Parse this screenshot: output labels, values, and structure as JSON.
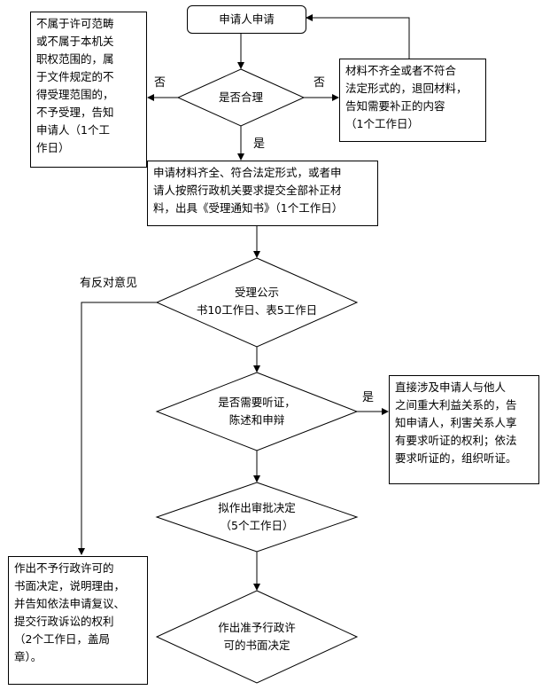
{
  "nodes": {
    "start": "申请人申请",
    "check_reasonable": "是否合理",
    "reject_out_of_scope": [
      "不属于许可范畴",
      "或不属于本机关",
      "职权范围的，属",
      "于文件规定的不",
      "得受理范围的，",
      "不予受理，告知",
      "申请人（1个工",
      "作日）"
    ],
    "return_materials": [
      "材料不齐全或者不符合",
      "法定形式的，退回材料，",
      "告知需要补正的内容",
      "（1个工作日）"
    ],
    "accept_notice": [
      "申请材料齐全、符合法定形式，或者申",
      "请人按照行政机关要求提交全部补正材",
      "料，出具《受理通知书》（1个工作日）"
    ],
    "public_notice": [
      "受理公示",
      "书10工作日、表5工作日"
    ],
    "need_hearing": [
      "是否需要听证，",
      "陈述和申辩"
    ],
    "hearing_notice": [
      "直接涉及申请人与他人",
      "之间重大利益关系的，告",
      "知申请人，利害关系人享",
      "有要求听证的权利；依法",
      "要求听证的，组织听证。"
    ],
    "draft_decision": [
      "拟作出审批决定",
      "（5个工作日）"
    ],
    "deny_decision": [
      "作出不予行政许可的",
      "书面决定，说明理由，",
      "并告知依法申请复议、",
      "提交行政诉讼的权利",
      "（2个工作日，盖局",
      "章）。"
    ],
    "grant_decision": [
      "作出准予行政许",
      "可的书面决定"
    ]
  },
  "edge_labels": {
    "no_left": "否",
    "no_right": "否",
    "yes_down": "是",
    "objection": "有反对意见",
    "yes_right": "是"
  }
}
